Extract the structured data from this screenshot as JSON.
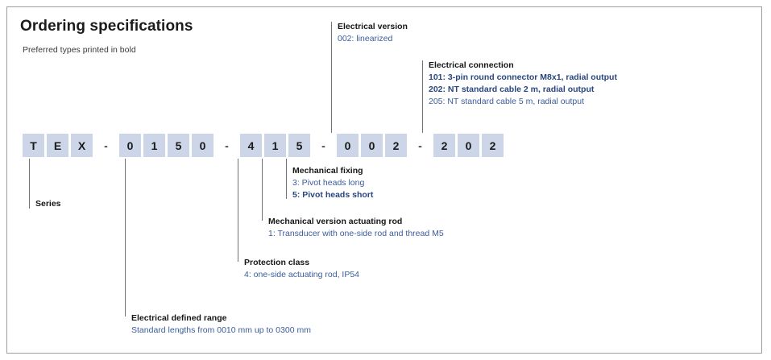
{
  "header": {
    "title": "Ordering specifications",
    "subtitle": "Preferred types printed in bold"
  },
  "colors": {
    "code_box_fill": "#ccd6e8",
    "accent_blue": "#3a5c9b",
    "accent_blue_bold": "#28467f",
    "leader_line": "#6f7378",
    "frame_border": "#9b9fa5"
  },
  "part_number": {
    "full": "TEX-0150-415-002-202",
    "cells": [
      {
        "text": "T",
        "type": "char"
      },
      {
        "text": "E",
        "type": "char"
      },
      {
        "text": "X",
        "type": "char"
      },
      {
        "text": "-",
        "type": "sep"
      },
      {
        "text": "0",
        "type": "char"
      },
      {
        "text": "1",
        "type": "char"
      },
      {
        "text": "5",
        "type": "char"
      },
      {
        "text": "0",
        "type": "char"
      },
      {
        "text": "-",
        "type": "sep"
      },
      {
        "text": "4",
        "type": "char"
      },
      {
        "text": "1",
        "type": "char"
      },
      {
        "text": "5",
        "type": "char"
      },
      {
        "text": "-",
        "type": "sep"
      },
      {
        "text": "0",
        "type": "char"
      },
      {
        "text": "0",
        "type": "char"
      },
      {
        "text": "2",
        "type": "char"
      },
      {
        "text": "-",
        "type": "sep"
      },
      {
        "text": "2",
        "type": "char"
      },
      {
        "text": "0",
        "type": "char"
      },
      {
        "text": "2",
        "type": "char"
      }
    ]
  },
  "callouts": {
    "electrical_version": {
      "title": "Electrical version",
      "options": [
        {
          "text": "002: linearized",
          "bold": false
        }
      ]
    },
    "electrical_connection": {
      "title": "Electrical connection",
      "options": [
        {
          "text": "101:  3-pin round connector M8x1, radial output",
          "bold": true
        },
        {
          "text": "202:  NT standard cable 2 m, radial output",
          "bold": true
        },
        {
          "text": "205:  NT standard cable 5 m, radial output",
          "bold": false
        }
      ]
    },
    "mechanical_fixing": {
      "title": "Mechanical fixing",
      "options": [
        {
          "text": "3: Pivot heads long",
          "bold": false
        },
        {
          "text": "5: Pivot heads short",
          "bold": true
        }
      ]
    },
    "mechanical_version_actuating_rod": {
      "title": "Mechanical version actuating rod",
      "options": [
        {
          "text": "1:  Transducer with one-side rod and thread M5",
          "bold": false
        }
      ]
    },
    "protection_class": {
      "title": "Protection class",
      "options": [
        {
          "text": "4:  one-side actuating rod, IP54",
          "bold": false
        }
      ]
    },
    "electrical_defined_range": {
      "title": "Electrical defined range",
      "options": [
        {
          "text": "Standard lengths from 0010 mm up to 0300 mm",
          "bold": false
        }
      ]
    },
    "series": {
      "title": "Series",
      "options": []
    }
  }
}
